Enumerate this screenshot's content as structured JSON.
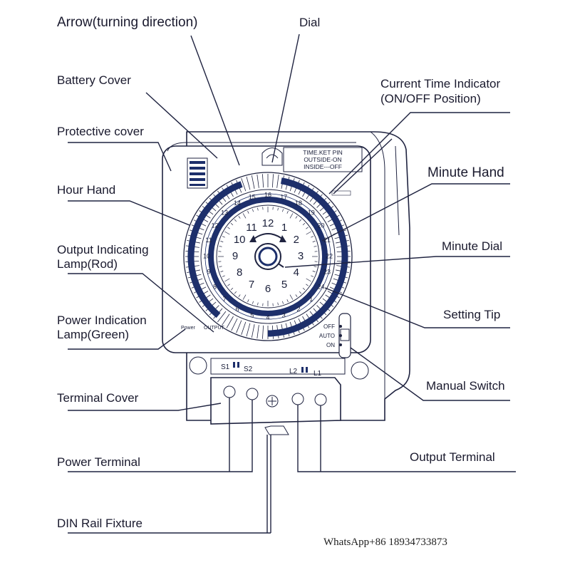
{
  "labels": {
    "arrow": "Arrow(turning direction)",
    "dial": "Dial",
    "battery_cover": "Battery Cover",
    "current_time_line1": "Current Time Indicator",
    "current_time_line2": "(ON/OFF Position)",
    "protective_cover": "Protective cover",
    "minute_hand": "Minute Hand",
    "hour_hand": "Hour Hand",
    "minute_dial": "Minute Dial",
    "output_lamp_line1": "Output Indicating",
    "output_lamp_line2": "Lamp(Rod)",
    "power_lamp_line1": "Power Indication",
    "power_lamp_line2": "Lamp(Green)",
    "setting_tip": "Setting Tip",
    "manual_switch": "Manual Switch",
    "terminal_cover": "Terminal Cover",
    "power_terminal": "Power Terminal",
    "output_terminal": "Output Terminal",
    "din_rail": "DIN Rail Fixture"
  },
  "device": {
    "info_line1": "TIME.KET PIN",
    "info_line2": "OUTSIDE-ON",
    "info_line3": "INSIDE---OFF",
    "power_label": "Power",
    "output_label": "OUTPUT",
    "switch_off": "OFF",
    "switch_auto": "AUTO",
    "switch_on": "ON",
    "terminal_s1": "S1",
    "terminal_s2": "S2",
    "terminal_l2": "L2",
    "terminal_l1": "L1",
    "clock_numbers": [
      "12",
      "1",
      "2",
      "3",
      "4",
      "5",
      "6",
      "7",
      "8",
      "9",
      "10",
      "11"
    ],
    "ring_numbers": [
      "16",
      "15",
      "14",
      "13",
      "12",
      "11",
      "10",
      "9",
      "8",
      "7",
      "6",
      "5",
      "4",
      "3",
      "2",
      "1",
      "24",
      "23",
      "22",
      "21",
      "20",
      "19",
      "18",
      "17"
    ]
  },
  "watermark": "WhatsApp+86 18934733873",
  "colors": {
    "line": "#1f2340",
    "accent": "#1d2f6b"
  }
}
